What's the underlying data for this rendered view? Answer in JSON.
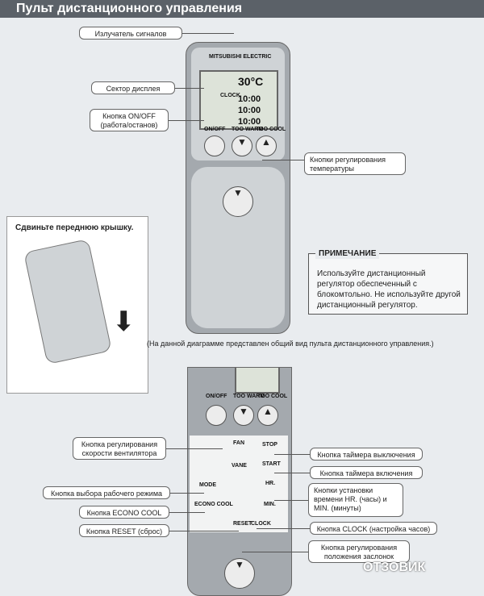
{
  "header": {
    "title": "Пульт дистанционного управления"
  },
  "labels": {
    "emitter": "Излучатель сигналов",
    "display": "Сектор дисплея",
    "onoff": "Кнопка ON/OFF\n(работа/останов)",
    "temp": "Кнопки регулирования\nтемпературы",
    "fan": "Кнопка регулирования\nскорости вентилятора",
    "mode": "Кнопка выбора рабочего режима",
    "econo": "Кнопка ECONO COOL",
    "reset": "Кнопка RESET (сброс)",
    "timer_off": "Кнопка таймера выключения",
    "timer_on": "Кнопка таймера включения",
    "hrmin": "Кнопки установки\nвремени HR. (часы) и\nMIN. (минуты)",
    "clock": "Кнопка CLOCK (настройка часов)",
    "vane": "Кнопка регулирования\nположения заслонок"
  },
  "note": {
    "title": "ПРИМЕЧАНИЕ",
    "text": "Используйте дистанционный регулятор обеспеченный с блокомтольно. Не используйте другой дистанционный регулятор."
  },
  "slide": {
    "title": "Сдвиньте переднюю крышку."
  },
  "caption": "(На данной диаграмме представлен общий вид пульта дистанционного управления.)",
  "remote_top": {
    "brand": "MITSUBISHI ELECTRIC",
    "onoff": "ON/OFF",
    "too_warm": "TOO WARM",
    "too_cool": "TOO COOL",
    "temp": "30°C",
    "clock": "CLOCK",
    "time1": "10:00",
    "time2": "10:00",
    "time3": "10:00"
  },
  "remote_bottom": {
    "onoff": "ON/OFF",
    "too_warm": "TOO WARM",
    "too_cool": "TOO COOL",
    "fan": "FAN",
    "vane": "VANE",
    "mode": "MODE",
    "econo": "ECONO COOL",
    "stop": "STOP",
    "start": "START",
    "hr": "HR.",
    "min": "MIN.",
    "reset": "RESET",
    "clock": "CLOCK"
  },
  "watermark": "ОТЗОВИК"
}
